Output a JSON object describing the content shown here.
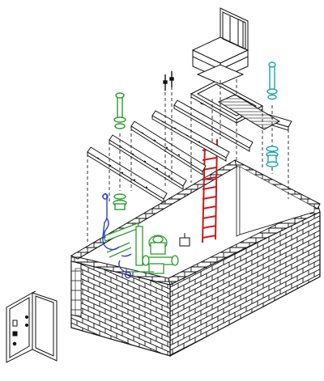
{
  "colors": {
    "line": "#111111",
    "fill": "#ffffff",
    "ladder": "#cc1a1a",
    "pipe_green": "#2a9d2a",
    "riser_cyan": "#1aa6a6",
    "hose_blue": "#2d3fd1",
    "dashed_leader": "#222222"
  },
  "components": [
    {
      "name": "pit-hatch-cover",
      "icon": "hatch-cover-icon"
    },
    {
      "name": "hatch-support-frame",
      "icon": "frame-icon"
    },
    {
      "name": "cover-beams",
      "icon": "beam-icon"
    },
    {
      "name": "access-ladder",
      "icon": "ladder-icon"
    },
    {
      "name": "brick-pit-walls",
      "icon": "brick-wall-icon"
    },
    {
      "name": "water-meter-assembly",
      "icon": "valve-icon"
    },
    {
      "name": "fill-riser-pipe",
      "icon": "pipe-icon"
    },
    {
      "name": "standpipe-cyan",
      "icon": "pipe-icon"
    },
    {
      "name": "flexible-hose",
      "icon": "hose-icon"
    },
    {
      "name": "wall-cabinet-door",
      "icon": "cabinet-door-icon"
    }
  ]
}
